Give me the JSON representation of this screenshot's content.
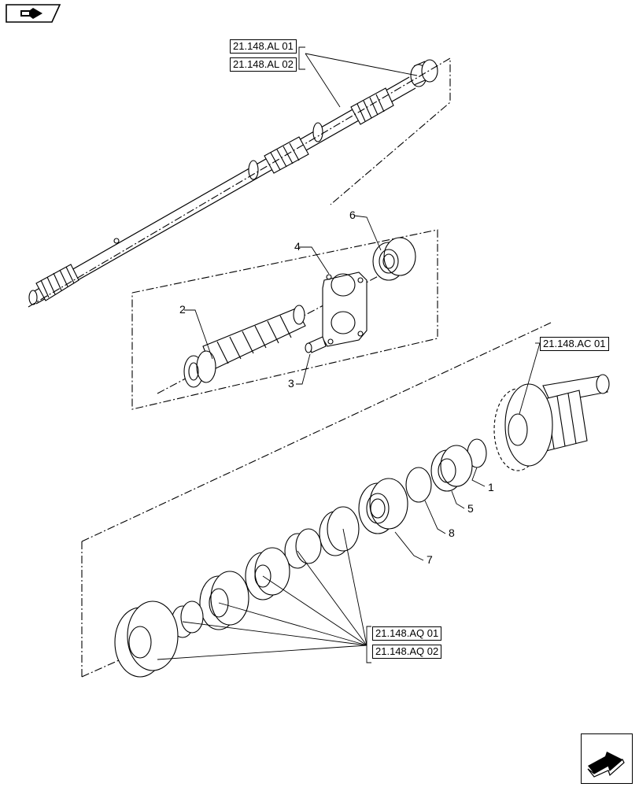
{
  "references": {
    "al01": "21.148.AL 01",
    "al02": "21.148.AL 02",
    "ac01": "21.148.AC 01",
    "aq01": "21.148.AQ 01",
    "aq02": "21.148.AQ 02"
  },
  "callouts": [
    "1",
    "2",
    "3",
    "4",
    "5",
    "6",
    "7",
    "8"
  ],
  "icons": {
    "top_left": "book-arrow-icon",
    "bottom_right": "next-page-arrow-icon"
  }
}
